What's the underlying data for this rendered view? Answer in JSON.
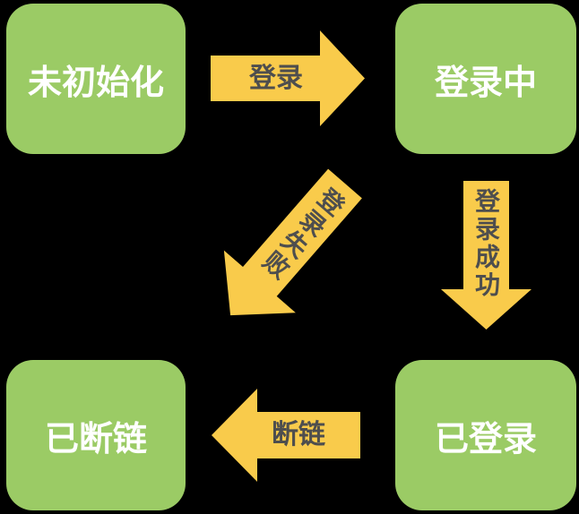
{
  "diagram": {
    "type": "state-machine",
    "colors": {
      "background": "#000000",
      "node_fill": "#9BCB65",
      "node_text": "#FFFFFF",
      "arrow_fill": "#F9CB4B",
      "arrow_text": "#4E4E4E"
    },
    "nodes": [
      {
        "id": "uninitialized",
        "label": "未初始化",
        "position": "top-left"
      },
      {
        "id": "logging-in",
        "label": "登录中",
        "position": "top-right"
      },
      {
        "id": "disconnected",
        "label": "已断链",
        "position": "bottom-left"
      },
      {
        "id": "logged-in",
        "label": "已登录",
        "position": "bottom-right"
      }
    ],
    "transitions": [
      {
        "from": "未初始化",
        "to": "登录中",
        "label": "登录",
        "direction": "right"
      },
      {
        "from": "登录中",
        "to": "已登录",
        "label": "登录成功",
        "direction": "down"
      },
      {
        "from": "登录中",
        "to": "已断链",
        "label": "登录失败",
        "direction": "down-left"
      },
      {
        "from": "已登录",
        "to": "已断链",
        "label": "断链",
        "direction": "left"
      }
    ]
  }
}
